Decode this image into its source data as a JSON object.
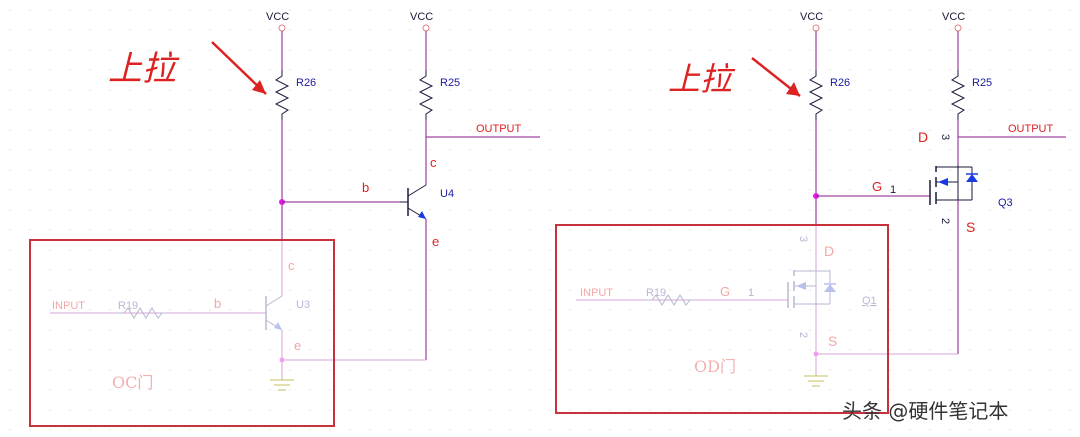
{
  "colors": {
    "wire": "#8a1a8a",
    "wire_faded": "#d9a3d9",
    "component": "#1a1a3a",
    "component_faded": "#b8b8d0",
    "ref_text": "#1a1aa0",
    "red_text": "#dd2222",
    "red_text_faded": "#f3a6a6",
    "box": "#c8323c",
    "node": "#e01ee0",
    "ground": "#c5c060",
    "vcc_mark": "#e08080",
    "blue": "#1a3ae0",
    "grid_dot": "#e0e0e0"
  },
  "left": {
    "vcc_1": "VCC",
    "vcc_2": "VCC",
    "r_pullup": "R26",
    "r_collector": "R25",
    "output": "OUTPUT",
    "pin_c_top": "c",
    "pin_b_top": "b",
    "pin_e_top": "e",
    "transistor_top": "U4",
    "pin_c_bottom": "c",
    "pin_b_bottom": "b",
    "pin_e_bottom": "e",
    "transistor_bottom": "U3",
    "input": "INPUT",
    "r_input": "R19",
    "gate_type": "OC门",
    "annotation": "上拉"
  },
  "right": {
    "vcc_1": "VCC",
    "vcc_2": "VCC",
    "r_pullup": "R26",
    "r_drain": "R25",
    "output": "OUTPUT",
    "pin_d_top": "D",
    "pin_3_top": "3",
    "pin_g_top": "G",
    "pin_1_top": "1",
    "pin_2_top": "2",
    "pin_s_top": "S",
    "mosfet_top": "Q3",
    "pin_d_bottom": "D",
    "pin_3_bottom": "3",
    "pin_g_bottom": "G",
    "pin_1_bottom": "1",
    "pin_2_bottom": "2",
    "pin_s_bottom": "S",
    "mosfet_bottom": "Q1",
    "input": "INPUT",
    "r_input": "R19",
    "gate_type": "OD门",
    "annotation": "上拉"
  },
  "watermark": "头条 @硬件笔记本"
}
